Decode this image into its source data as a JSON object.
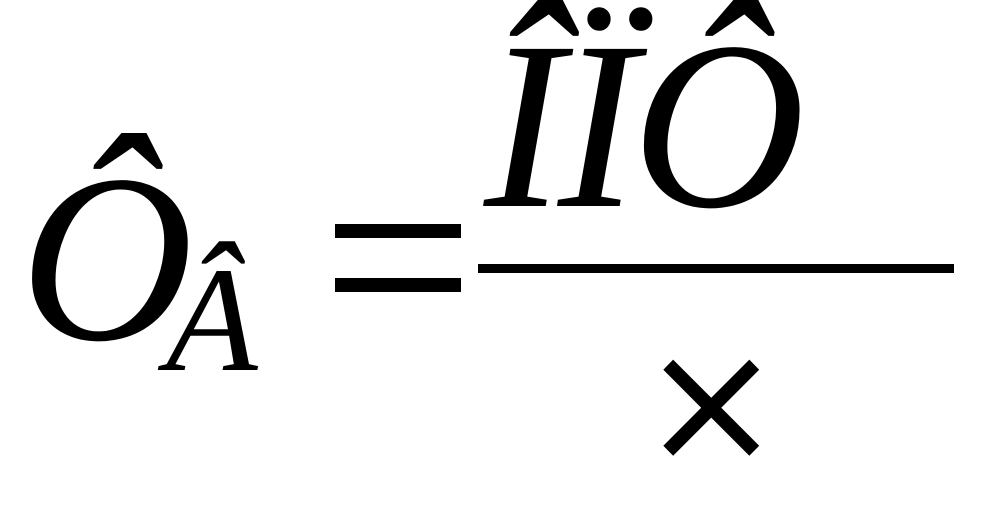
{
  "formula": {
    "lhs_symbol": "Ô",
    "lhs_subscript": "Â",
    "numerator": "ÎÏÔ",
    "denominator": "×"
  }
}
